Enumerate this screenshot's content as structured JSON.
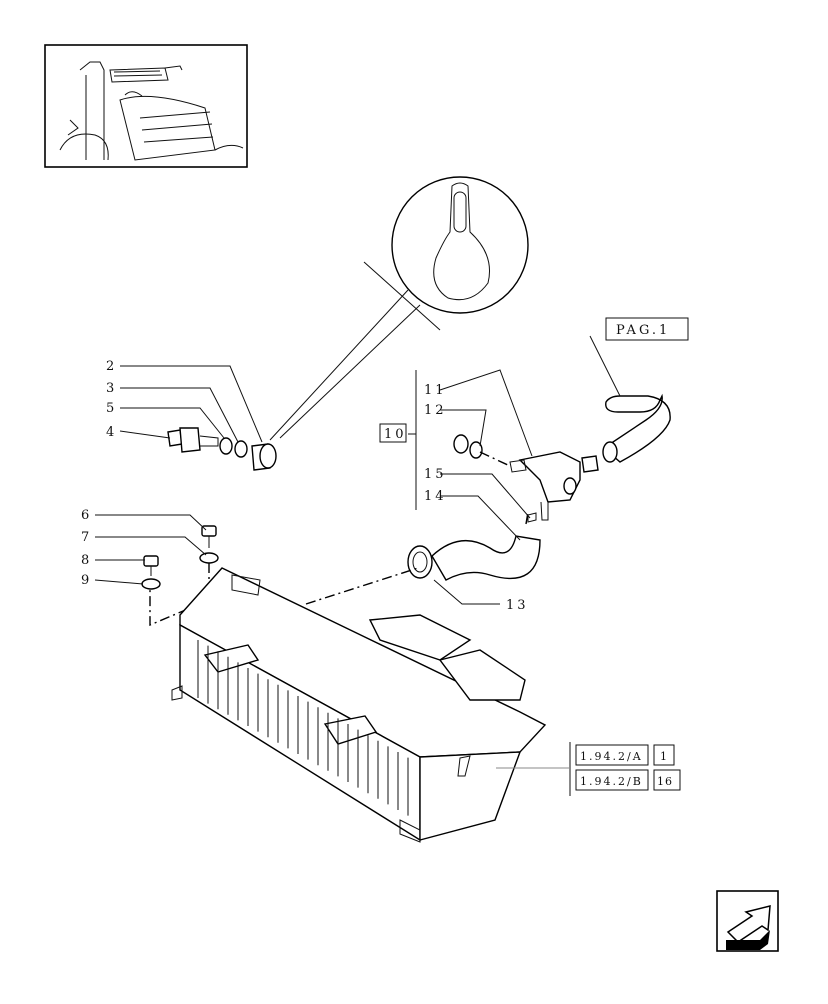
{
  "diagram": {
    "callouts": [
      "2",
      "3",
      "5",
      "4",
      "6",
      "7",
      "8",
      "9",
      "11",
      "12",
      "15",
      "14",
      "13"
    ],
    "group_ref": "10",
    "page_ref": "PAG.1",
    "cross_refs": [
      {
        "ref": "1.94.2/A",
        "qty": "1"
      },
      {
        "ref": "1.94.2/B",
        "qty": "16"
      }
    ],
    "icons": [
      "tractor-thumbnail",
      "next-page-arrow-icon"
    ]
  }
}
